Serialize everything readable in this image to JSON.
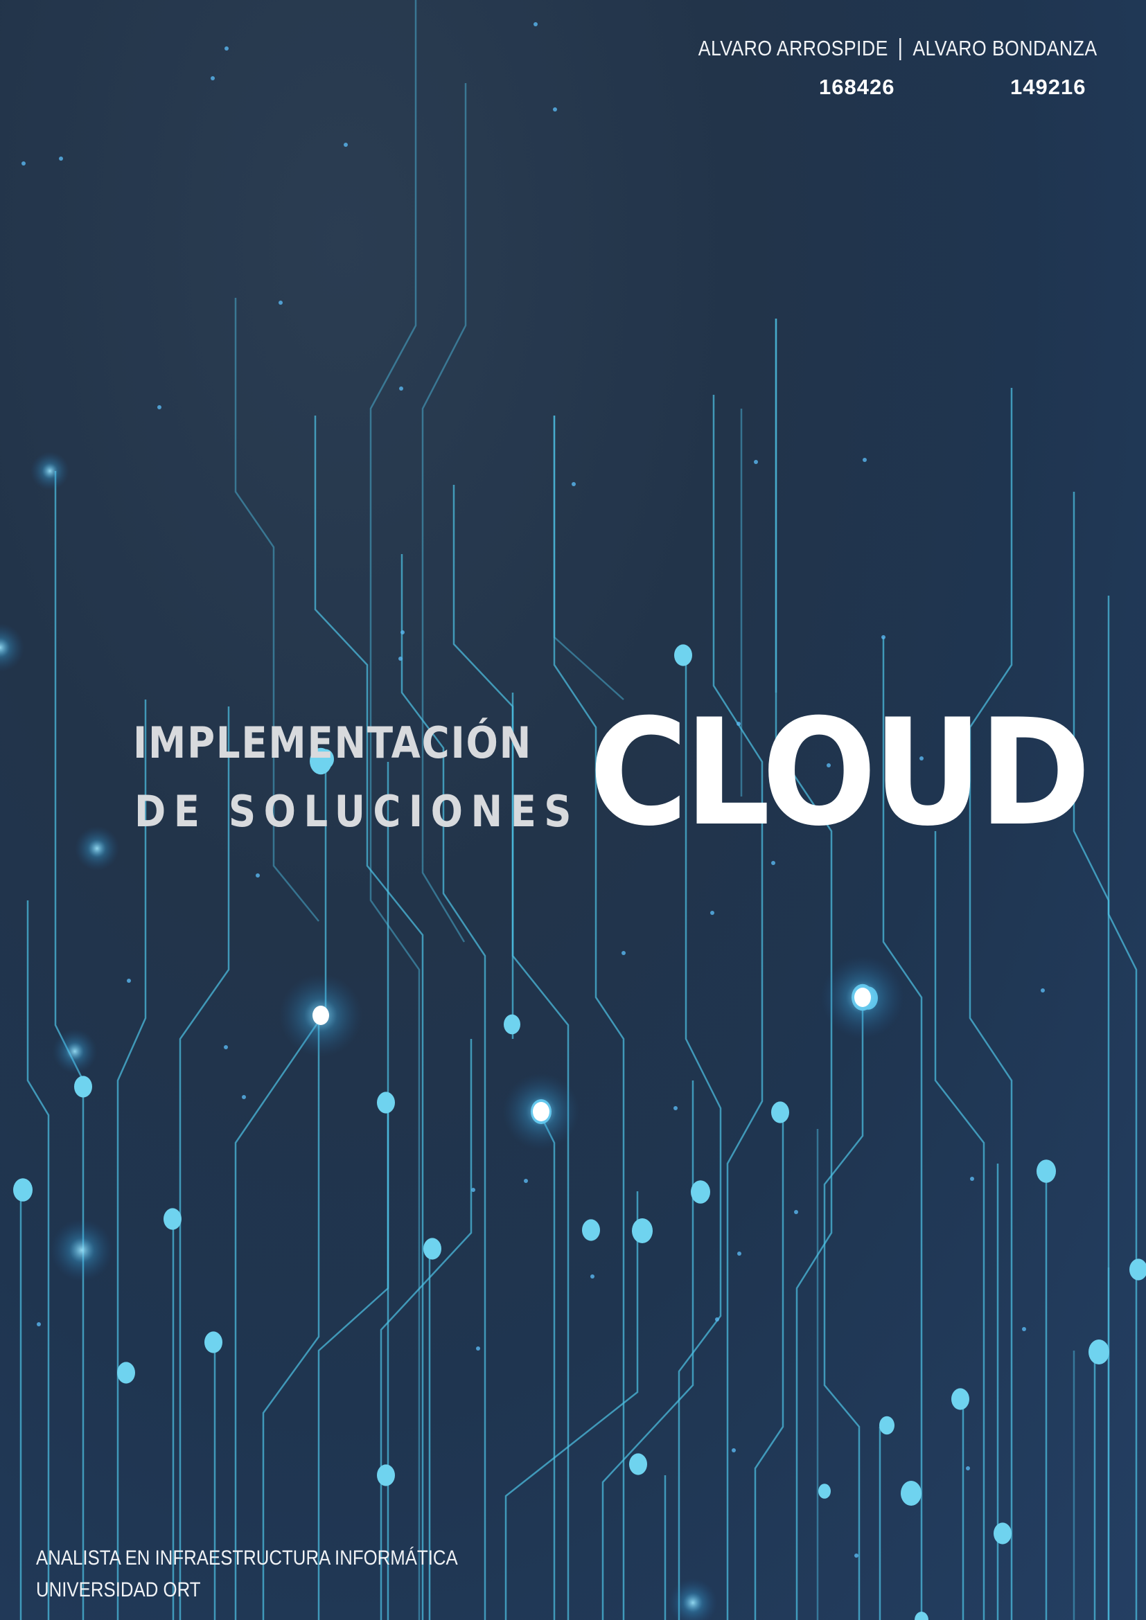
{
  "authors": {
    "name_1": "ALVARO ARROSPIDE",
    "separator": "|",
    "name_2": "ALVARO BONDANZA",
    "id_1": "168426",
    "id_2": "149216"
  },
  "title": {
    "line_1": "IMPLEMENTACIÓN",
    "line_2": "DE SOLUCIONES",
    "main": "CLOUD"
  },
  "footer": {
    "program": "ANALISTA EN INFRAESTRUCTURA INFORMÁTICA",
    "university": "UNIVERSIDAD ORT"
  },
  "colors": {
    "background": "#22344a",
    "circuit": "#4fc3e6",
    "text": "#ffffff",
    "subtitle": "#d8dadd"
  }
}
